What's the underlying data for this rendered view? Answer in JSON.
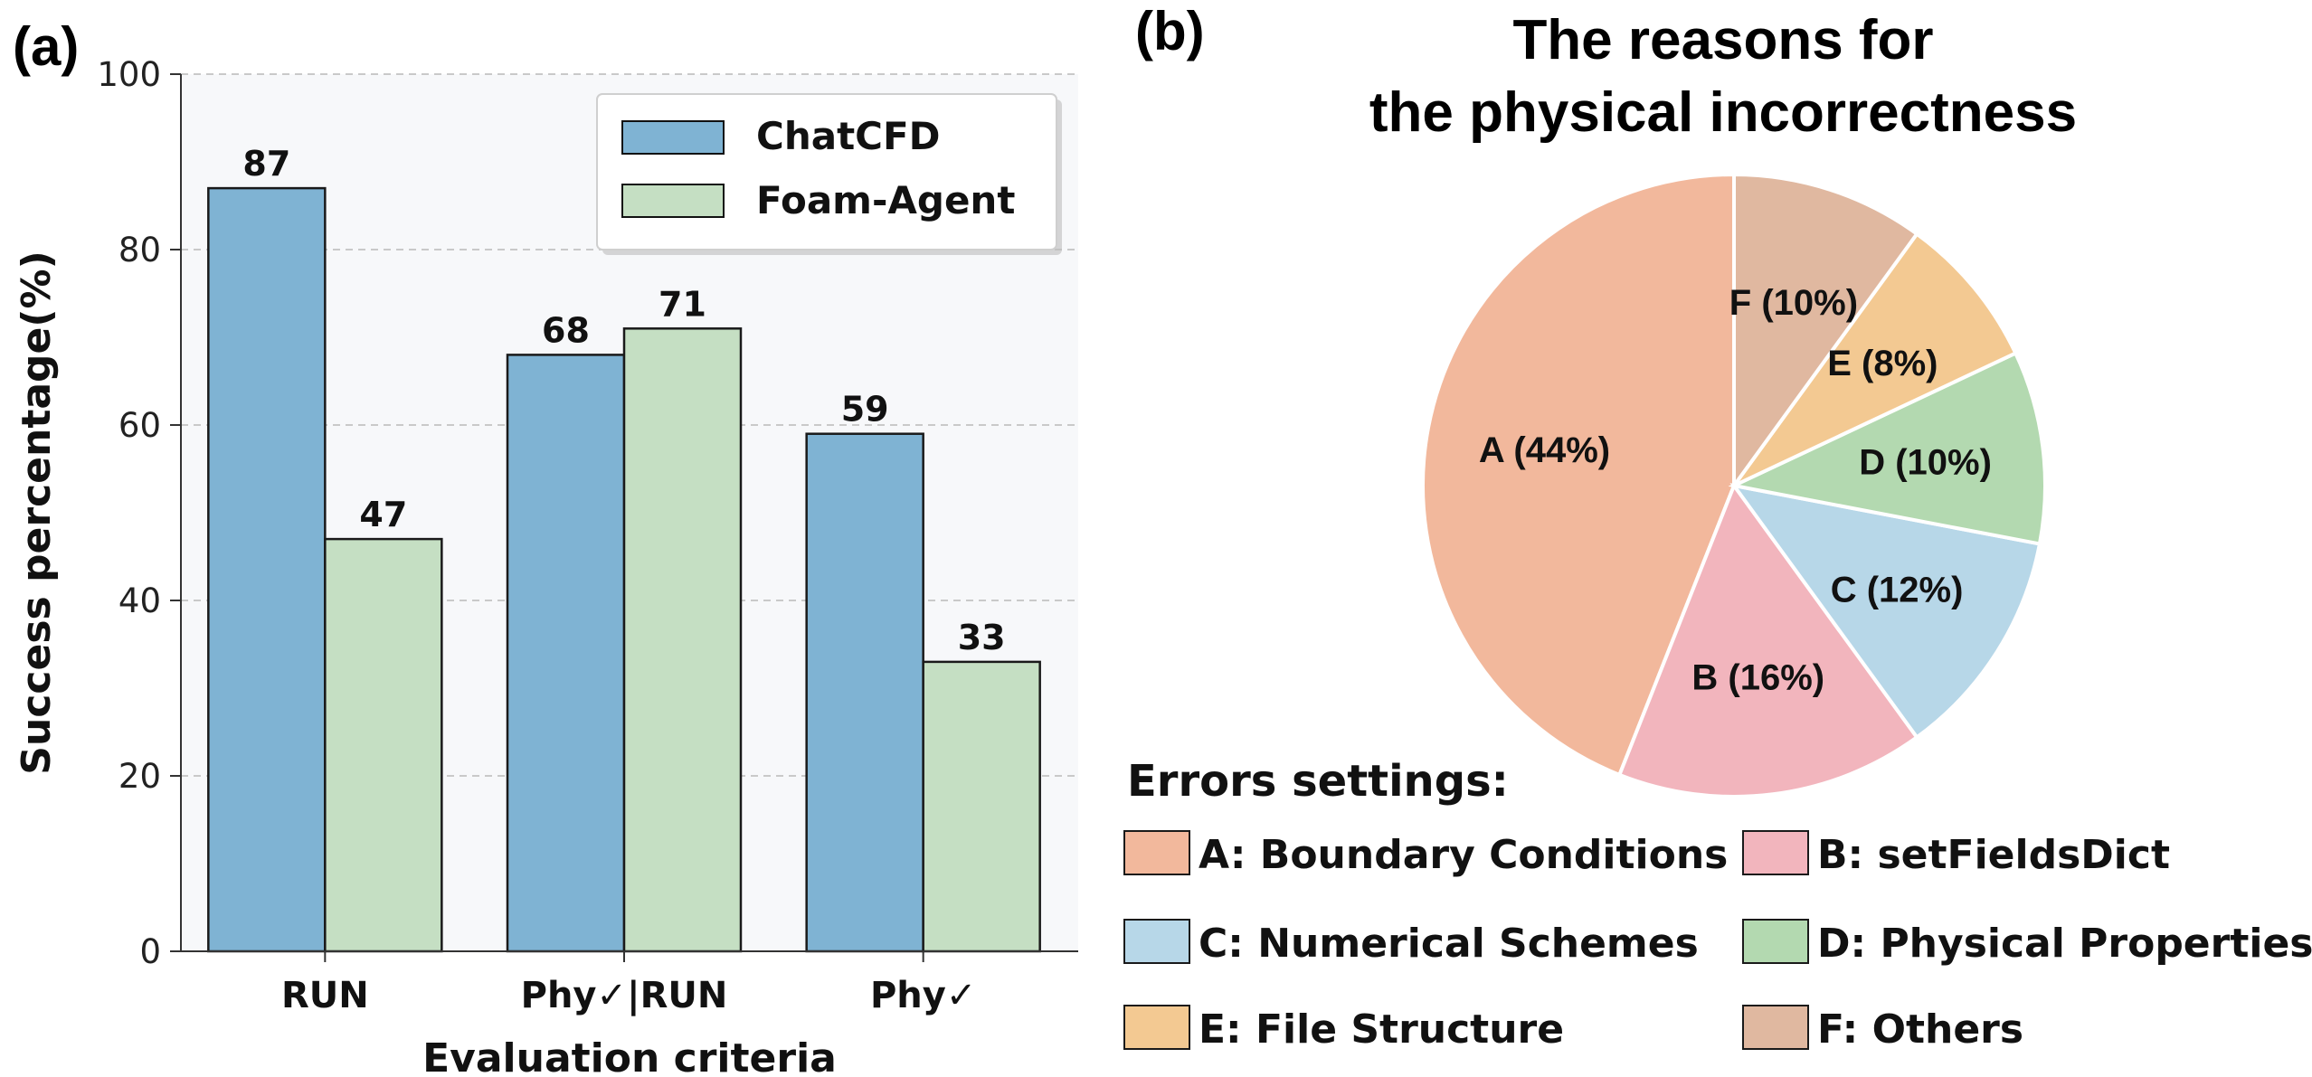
{
  "panel_a_label": "(a)",
  "panel_b_label": "(b)",
  "chart_data": [
    {
      "type": "bar",
      "categories": [
        "RUN",
        "Phy✓|RUN",
        "Phy✓"
      ],
      "series": [
        {
          "name": "ChatCFD",
          "values": [
            87,
            68,
            59
          ],
          "labels": [
            "87",
            "68",
            "59"
          ],
          "color": "#7fb3d3"
        },
        {
          "name": "Foam-Agent",
          "values": [
            47,
            71,
            33
          ],
          "labels": [
            "47",
            "71",
            "33"
          ],
          "color": "#c5dfc3"
        }
      ],
      "xlabel": "Evaluation criteria",
      "ylabel": "Success percentage(%)",
      "ylim": [
        0,
        100
      ],
      "yticks": [
        0,
        20,
        40,
        60,
        80,
        100
      ],
      "ytick_labels": [
        "0",
        "20",
        "40",
        "60",
        "80",
        "100"
      ],
      "grid": "horizontal dashed",
      "legend_position": "top-right",
      "background": "#f7f8fa"
    },
    {
      "type": "pie",
      "title_lines": [
        "The reasons for",
        "the physical incorrectness"
      ],
      "slices": [
        {
          "key": "A",
          "value": 44,
          "label": "A (44%)",
          "color": "#f2b89c",
          "legend": "A: Boundary Conditions"
        },
        {
          "key": "B",
          "value": 16,
          "label": "B (16%)",
          "color": "#f2b5bd",
          "legend": "B: setFieldsDict"
        },
        {
          "key": "C",
          "value": 12,
          "label": "C (12%)",
          "color": "#b7d7e8",
          "legend": "C: Numerical Schemes"
        },
        {
          "key": "D",
          "value": 10,
          "label": "D (10%)",
          "color": "#b3d9b0",
          "legend": "D: Physical Properties"
        },
        {
          "key": "E",
          "value": 8,
          "label": "E (8%)",
          "color": "#f3c992",
          "legend": "E: File Structure"
        },
        {
          "key": "F",
          "value": 10,
          "label": "F (10%)",
          "color": "#e0b8a0",
          "legend": "F: Others"
        }
      ],
      "direction": "counterclockwise from top",
      "legend_title": "Errors settings:",
      "legend_position": "bottom"
    }
  ]
}
